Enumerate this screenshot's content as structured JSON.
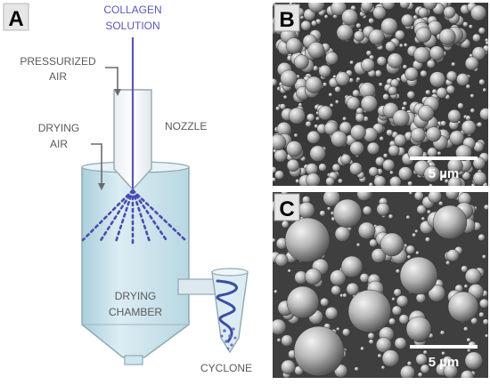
{
  "panels": {
    "a": {
      "letter": "A"
    },
    "b": {
      "letter": "B",
      "scale_bar": "5 µm"
    },
    "c": {
      "letter": "C",
      "scale_bar": "5 µm"
    }
  },
  "labels": {
    "collagen_line1": "COLLAGEN",
    "collagen_line2": "SOLUTION",
    "pressurized_line1": "PRESSURIZED",
    "pressurized_line2": "AIR",
    "drying_air_line1": "DRYING",
    "drying_air_line2": "AIR",
    "nozzle": "NOZZLE",
    "chamber_line1": "DRYING",
    "chamber_line2": "CHAMBER",
    "cyclone": "CYCLONE"
  },
  "colors": {
    "feed_line": "#5b57b8",
    "chamber_fill": "#cfe6ef",
    "chamber_stroke": "#8fa9b4",
    "spray": "#4b4bb0",
    "label_text": "#5a5a5a",
    "collagen_text": "#5b57b8",
    "sem_background": "#3c3c3c",
    "letter_box": "#e6e6e6"
  }
}
